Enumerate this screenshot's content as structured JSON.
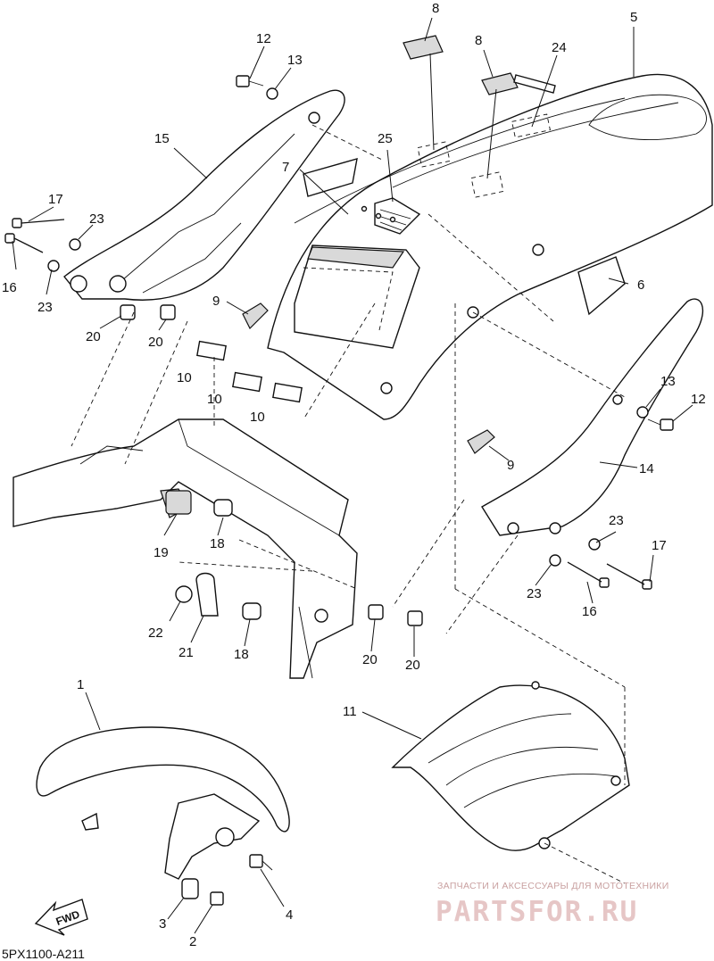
{
  "diagram_code": "5PX1100-A211",
  "fwd_label": "FWD",
  "watermark": {
    "line1": "ЗАПЧАСТИ И АКСЕССУАРЫ ДЛЯ МОТОТЕХНИКИ",
    "line2": "PARTSFOR.RU"
  },
  "callouts": [
    "12",
    "13",
    "8",
    "8",
    "5",
    "24",
    "15",
    "25",
    "7",
    "17",
    "23",
    "16",
    "23",
    "6",
    "9",
    "20",
    "20",
    "10",
    "10",
    "10",
    "9",
    "13",
    "12",
    "14",
    "19",
    "18",
    "23",
    "17",
    "22",
    "21",
    "18",
    "20",
    "20",
    "16",
    "23",
    "1",
    "11",
    "3",
    "4",
    "2"
  ],
  "colors": {
    "line": "#111111",
    "watermark": "#e6c6c6"
  }
}
